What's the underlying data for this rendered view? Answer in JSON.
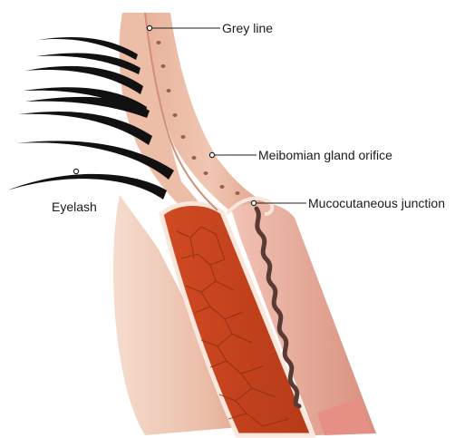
{
  "labels": {
    "grey_line": "Grey line",
    "meibomian_gland_orifice": "Meibomian gland orifice",
    "mucocutaneous_junction": "Mucocutaneous junction",
    "eyelash": "Eyelash"
  },
  "colors": {
    "skin_light": "#f3d3c3",
    "skin_mid": "#e9b7a1",
    "skin_dark": "#d99a83",
    "tarsus": "#c8441f",
    "tarsus_dark": "#a33416",
    "tarsus_vein": "#7e2610",
    "mucosa": "#eab0a3",
    "mucosa_dark": "#d1806f",
    "gland_duct": "#5a3b34",
    "orifice": "#9a5d4e",
    "lash": "#111111",
    "outline": "#fbe6dc"
  }
}
